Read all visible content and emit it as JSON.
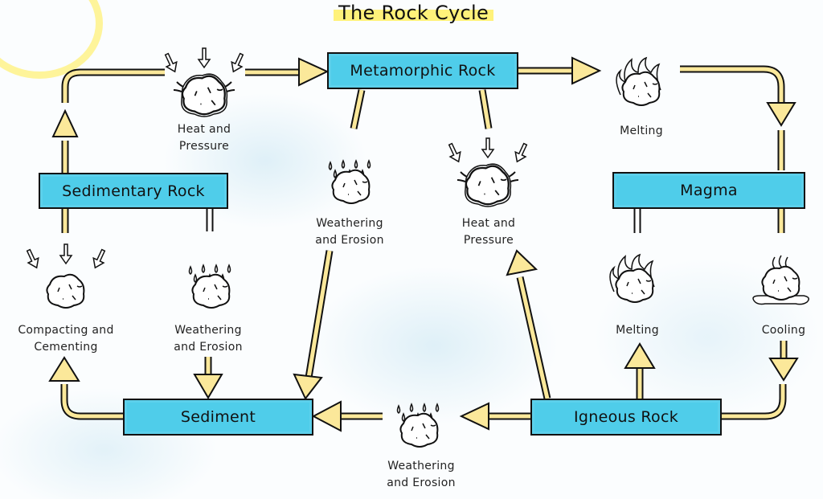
{
  "title": "The Rock Cycle",
  "colors": {
    "box_fill": "#4fcdea",
    "arrow_fill": "#fbe89a",
    "title_highlight": "#fff27a",
    "outline": "#111111"
  },
  "nodes": {
    "metamorphic": "Metamorphic Rock",
    "sedimentary": "Sedimentary Rock",
    "magma": "Magma",
    "sediment": "Sediment",
    "igneous": "Igneous Rock"
  },
  "processes": {
    "heat_pressure_top": {
      "label": "Heat and\nPressure",
      "icon": "rock-pressure-icon"
    },
    "melting_top": {
      "label": "Melting",
      "icon": "rock-flames-icon"
    },
    "weathering_center": {
      "label": "Weathering\nand Erosion",
      "icon": "rock-rain-icon"
    },
    "heat_pressure_center": {
      "label": "Heat and\nPressure",
      "icon": "rock-pressure-icon"
    },
    "compacting": {
      "label": "Compacting and\nCementing",
      "icon": "rock-compress-icon"
    },
    "weathering_left": {
      "label": "Weathering\nand Erosion",
      "icon": "rock-rain-icon"
    },
    "melting_bottom": {
      "label": "Melting",
      "icon": "rock-flames-icon"
    },
    "cooling": {
      "label": "Cooling",
      "icon": "rock-steam-icon"
    },
    "weathering_bottom": {
      "label": "Weathering\nand Erosion",
      "icon": "rock-rain-icon"
    }
  },
  "edges": [
    {
      "from": "Sedimentary Rock",
      "to": "Metamorphic Rock",
      "via": "Heat and Pressure"
    },
    {
      "from": "Metamorphic Rock",
      "to": "Magma",
      "via": "Melting"
    },
    {
      "from": "Metamorphic Rock",
      "to": "Sediment",
      "via": "Weathering and Erosion"
    },
    {
      "from": "Igneous Rock",
      "to": "Metamorphic Rock",
      "via": "Heat and Pressure"
    },
    {
      "from": "Sediment",
      "to": "Sedimentary Rock",
      "via": "Compacting and Cementing"
    },
    {
      "from": "Sedimentary Rock",
      "to": "Sediment",
      "via": "Weathering and Erosion"
    },
    {
      "from": "Igneous Rock",
      "to": "Magma",
      "via": "Melting"
    },
    {
      "from": "Magma",
      "to": "Igneous Rock",
      "via": "Cooling"
    },
    {
      "from": "Igneous Rock",
      "to": "Sediment",
      "via": "Weathering and Erosion"
    }
  ]
}
